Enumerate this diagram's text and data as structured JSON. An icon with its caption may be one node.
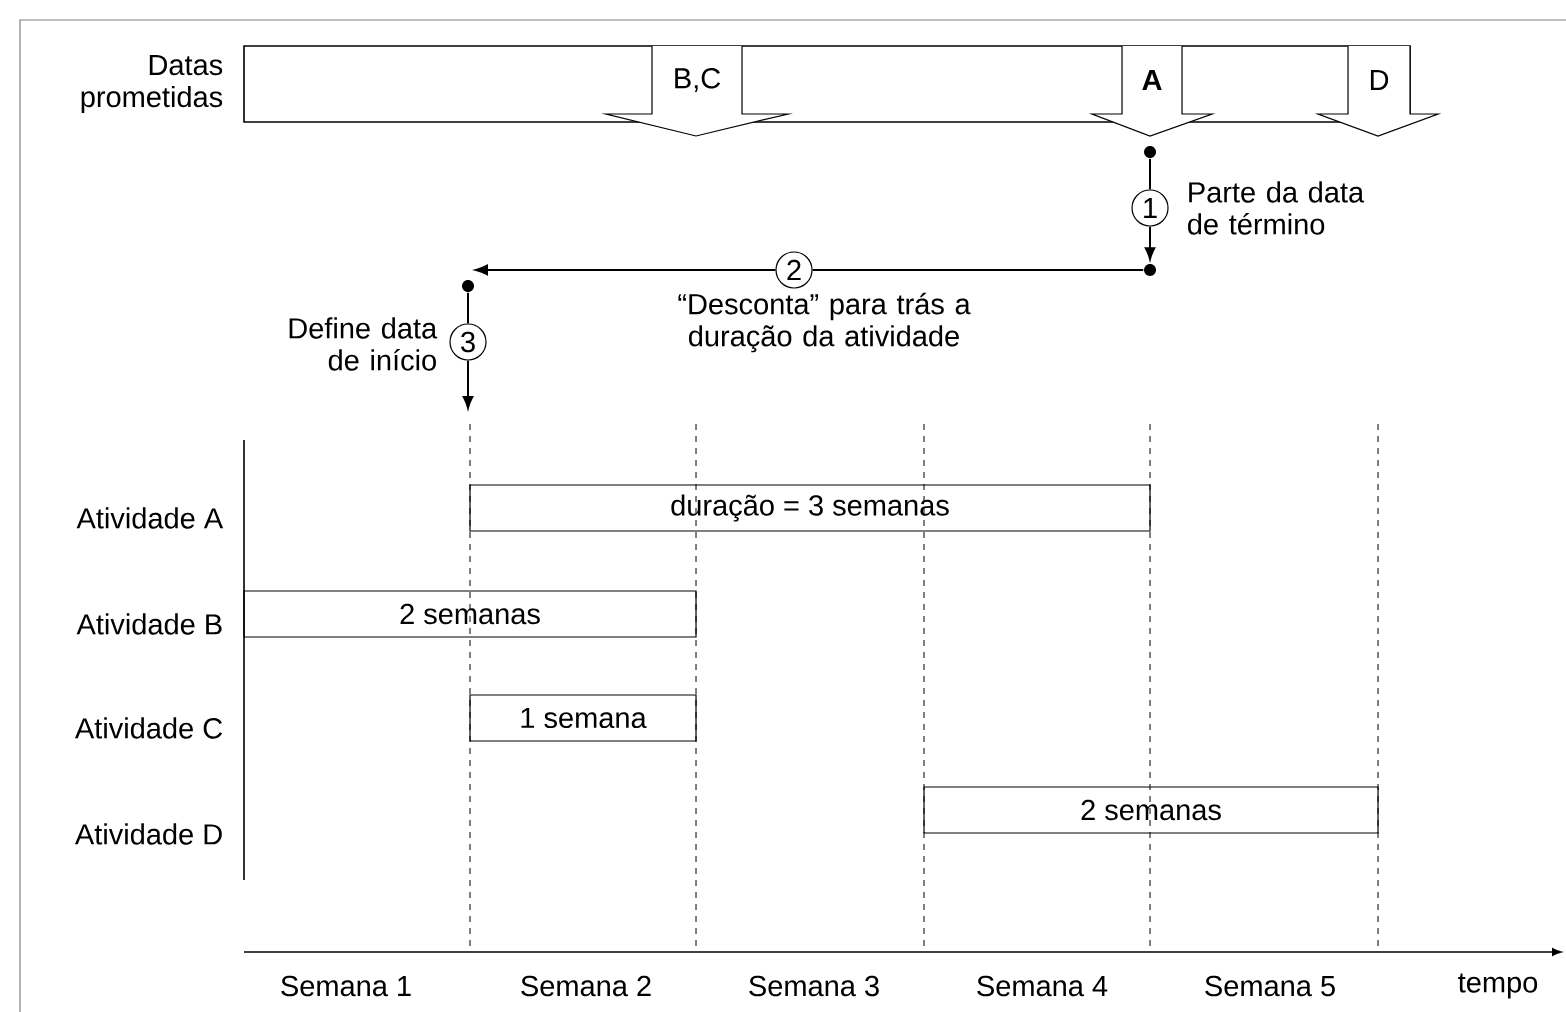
{
  "diagram": {
    "nodes": [
      {
        "text": [
          "Datas prometidas"
        ]
      },
      {
        "text": [
          "B,C"
        ]
      },
      {
        "text": [
          "A"
        ]
      },
      {
        "text": [
          "D"
        ]
      },
      {
        "text": [],
        "shape": "circle"
      },
      {
        "text": [
          "1"
        ],
        "beside": [
          "Parte da data de término"
        ]
      },
      {
        "text": [],
        "shape": "circle"
      },
      {
        "text": [
          "2"
        ],
        "beside": [
          "“Desconta” para trás a duração da atividade"
        ]
      },
      {
        "text": [],
        "shape": "circle"
      },
      {
        "text": [
          "3"
        ],
        "beside": [
          "Define data de início"
        ]
      },
      {
        "text": [
          "duração = 3 semanas"
        ]
      },
      {
        "text": [
          "2 semanas"
        ]
      },
      {
        "text": [
          "1 semana"
        ]
      },
      {
        "text": [
          "2 semanas"
        ]
      }
    ],
    "edges": [
      {
        "from": 4,
        "to": 5,
        "arrow": "none"
      },
      {
        "from": 5,
        "to": 6,
        "arrow": "to"
      },
      {
        "from": 6,
        "to": 7,
        "arrow": "none"
      },
      {
        "from": 7,
        "to": 8,
        "arrow": "to"
      },
      {
        "from": 8,
        "to": 9,
        "arrow": "none"
      },
      {
        "from": 9,
        "to": null,
        "arrow": "to"
      }
    ],
    "labels": [
      "Atividade A",
      "Atividade B",
      "Atividade C",
      "Atividade D",
      "Semana 1",
      "Semana 2",
      "Semana 3",
      "Semana 4",
      "Semana 5",
      "tempo"
    ]
  }
}
